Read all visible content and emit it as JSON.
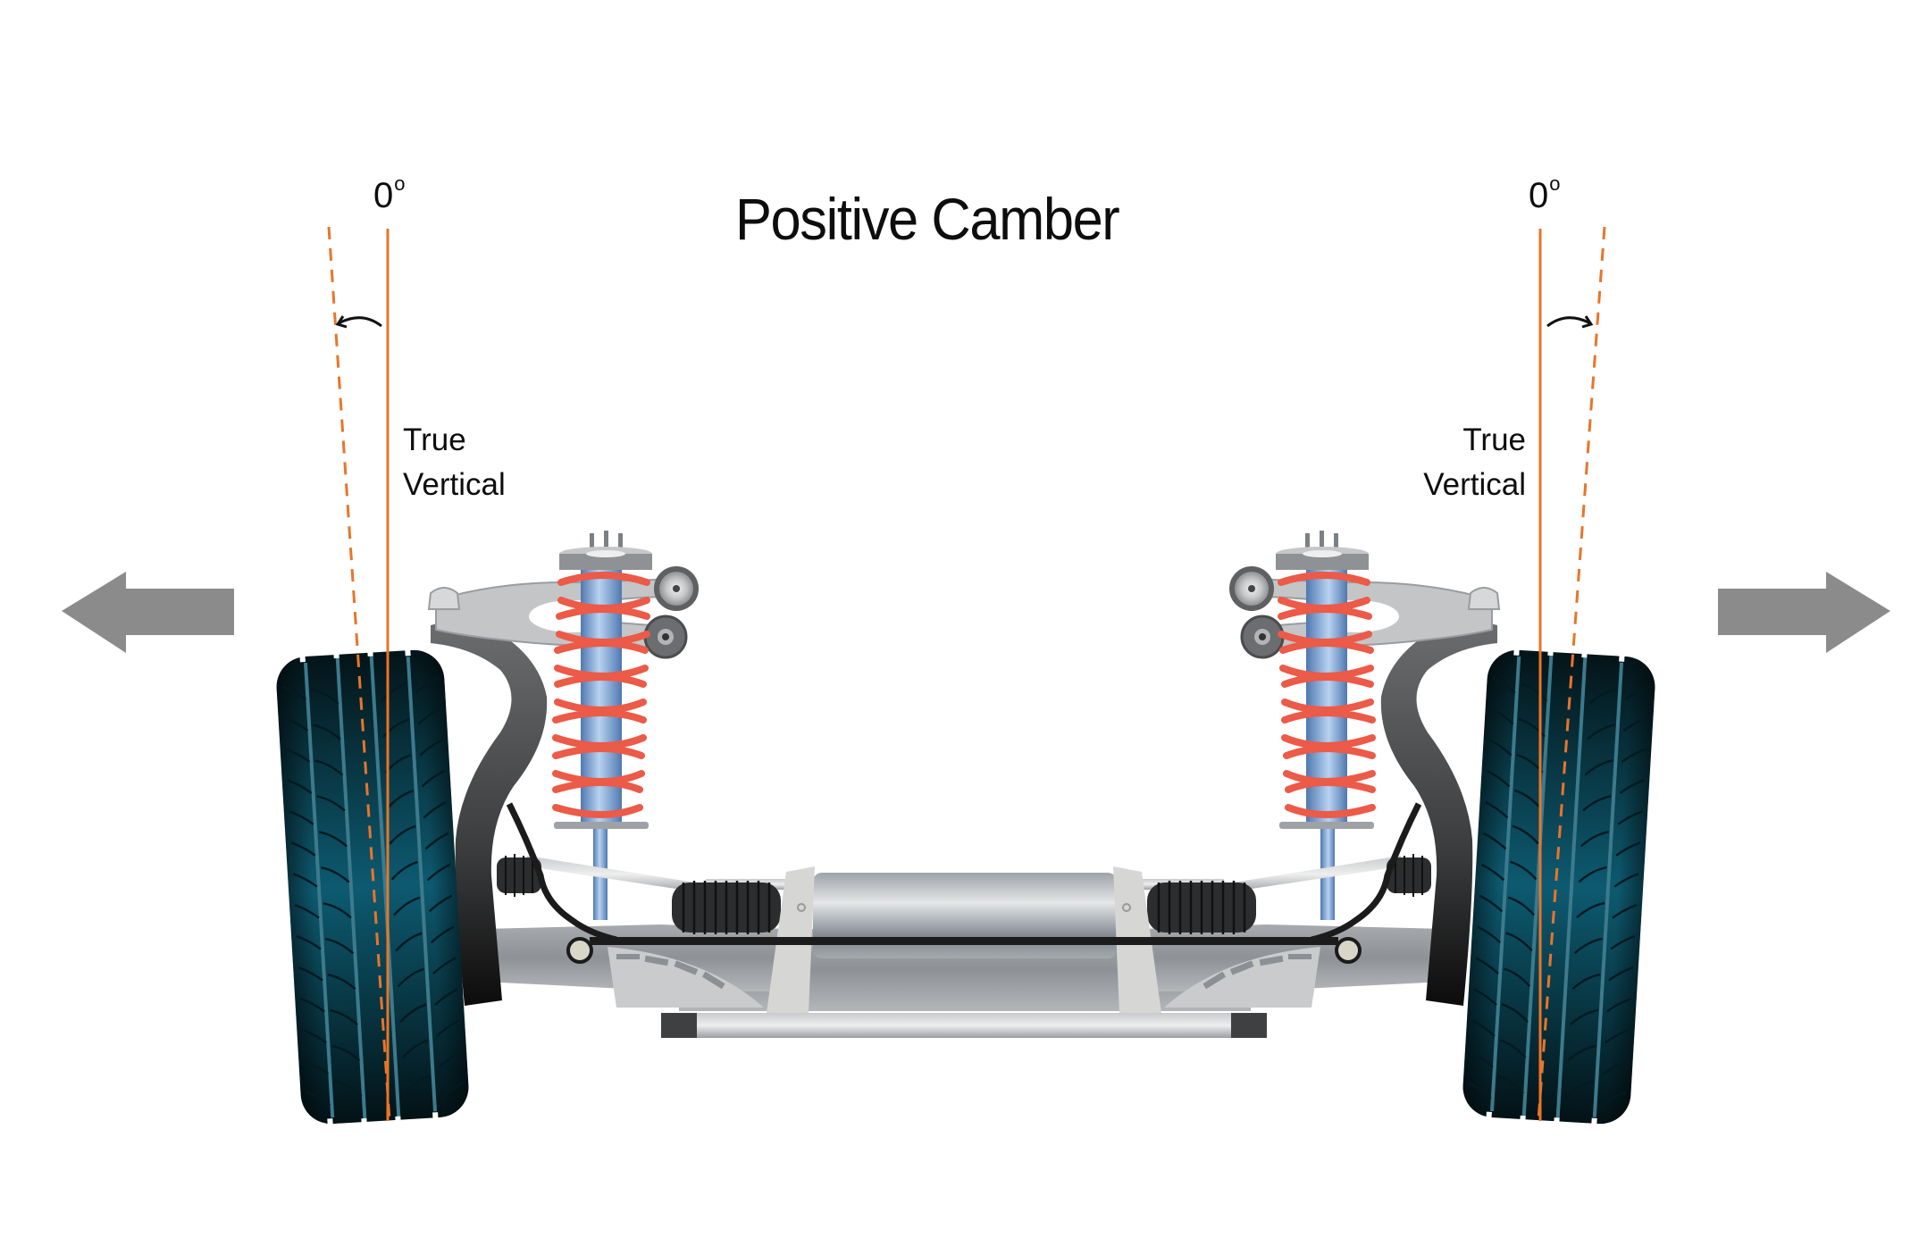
{
  "diagram": {
    "title": "Positive Camber",
    "left_wheel": {
      "angle_label": "0",
      "degree_symbol": "o",
      "reference_label_line1": "True",
      "reference_label_line2": "Vertical",
      "tilt_direction": "outward (top of wheel leans away from vehicle)",
      "direction_arrow": "left"
    },
    "right_wheel": {
      "angle_label": "0",
      "degree_symbol": "o",
      "reference_label_line1": "True",
      "reference_label_line2": "Vertical",
      "tilt_direction": "outward (top of wheel leans away from vehicle)",
      "direction_arrow": "right"
    },
    "colors": {
      "reference_line": "#e8752a",
      "arrow": "#8a8b8a",
      "tire": "#0b4a5e",
      "spring": "#ec5a48",
      "shock": "#7fa6d6",
      "metal": "#b9bcbf",
      "knuckle": "#5a5c5e"
    },
    "components": [
      "tire",
      "steering knuckle",
      "upper control arm",
      "coil spring",
      "shock absorber",
      "strut mount",
      "tie rod",
      "steering rack",
      "rack boot",
      "sway bar",
      "lower control arm",
      "subframe"
    ]
  }
}
